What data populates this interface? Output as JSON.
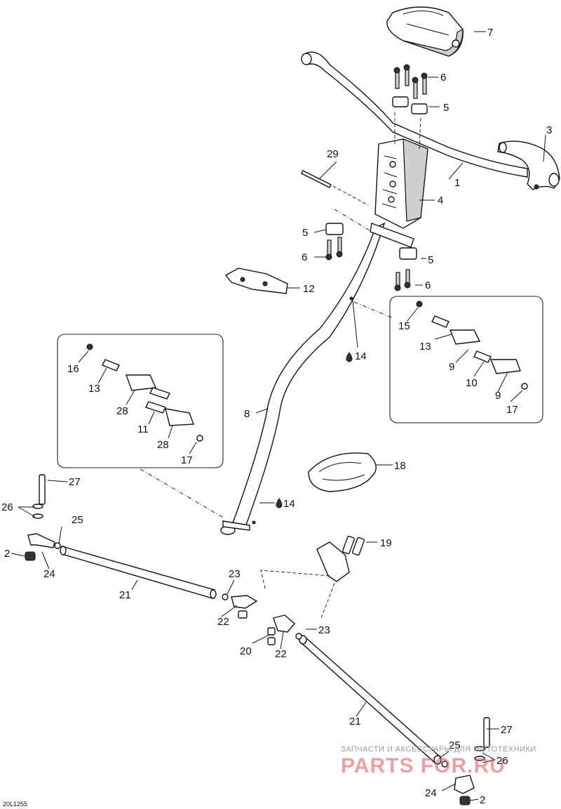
{
  "diagram": {
    "code": "20L1255",
    "callouts": {
      "c1": "1",
      "c2a": "2",
      "c2b": "2",
      "c3": "3",
      "c4": "4",
      "c5a": "5",
      "c5b": "5",
      "c5c": "5",
      "c6a": "6",
      "c6b": "6",
      "c6c": "6",
      "c7": "7",
      "c8": "8",
      "c9a": "9",
      "c9b": "9",
      "c10": "10",
      "c11": "11",
      "c12": "12",
      "c13a": "13",
      "c13b": "13",
      "c14a": "14",
      "c14b": "14",
      "c15": "15",
      "c16": "16",
      "c17a": "17",
      "c17b": "17",
      "c18": "18",
      "c19": "19",
      "c20": "20",
      "c21a": "21",
      "c21b": "21",
      "c22a": "22",
      "c22b": "22",
      "c23a": "23",
      "c23b": "23",
      "c24a": "24",
      "c24b": "24",
      "c25a": "25",
      "c25b": "25",
      "c26a": "26",
      "c26b": "26",
      "c27a": "27",
      "c27b": "27",
      "c28a": "28",
      "c28b": "28",
      "c29": "29"
    },
    "watermark": {
      "line1": "ЗАПЧАСТИ И АКСЕССУАРЫ ДЛЯ МОТОТЕХНИКИ",
      "line2": "PARTS FOR.RU"
    }
  }
}
